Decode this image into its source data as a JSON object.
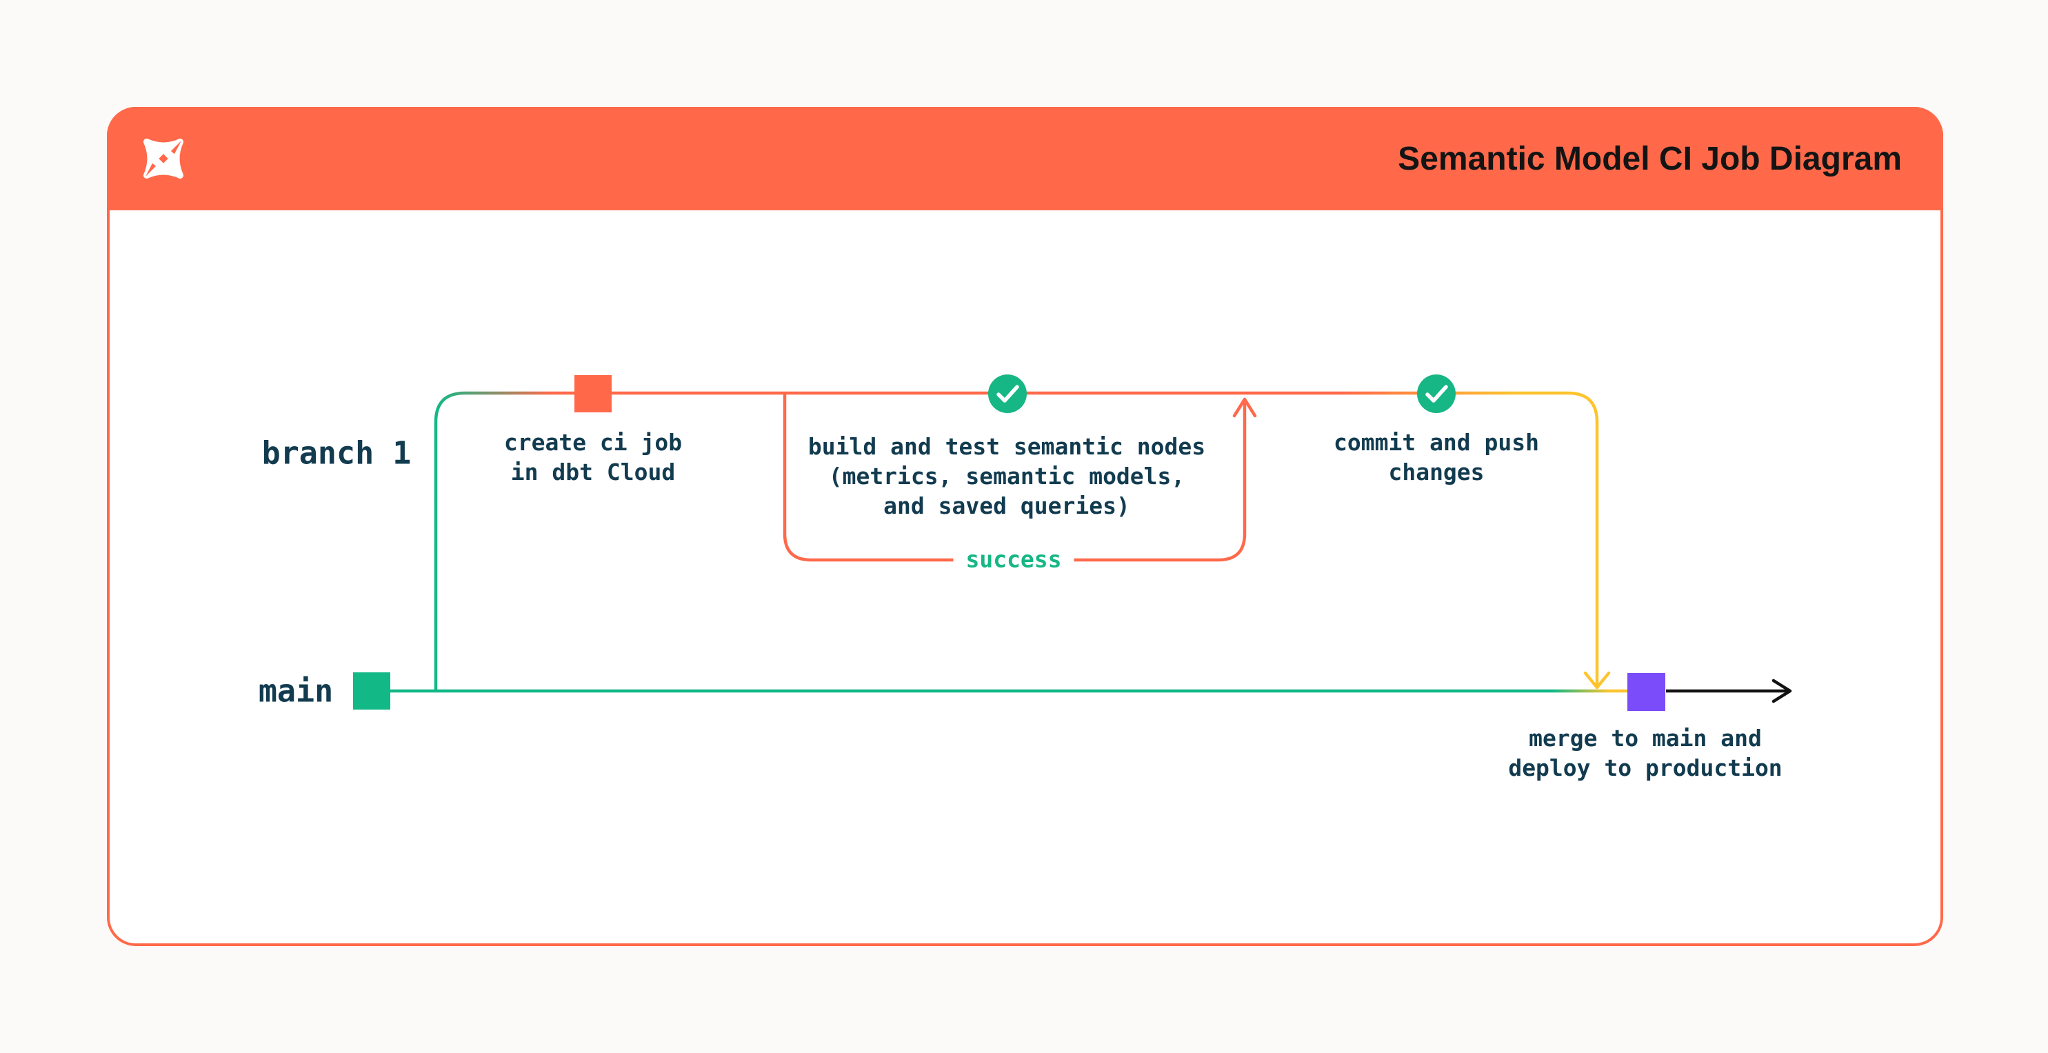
{
  "header": {
    "title": "Semantic Model CI Job Diagram",
    "background_color": "#ff694a",
    "logo_icon": "dbt-logo"
  },
  "diagram": {
    "branch_label": "branch 1",
    "main_label": "main",
    "success_label": "success",
    "nodes": {
      "create_ci": "create ci job\nin dbt Cloud",
      "build_test": "build and test semantic nodes\n(metrics, semantic models,\nand saved queries)",
      "commit_push": "commit and push\nchanges",
      "merge_deploy": "merge to main and\ndeploy to production"
    },
    "icons": {
      "create_ci_marker": "orange-commit-square",
      "build_test_marker": "check-circle",
      "commit_push_marker": "check-circle",
      "main_start_marker": "green-commit-square",
      "merge_marker": "purple-commit-square"
    },
    "colors": {
      "orange": "#ff694a",
      "emerald": "#12b886",
      "check_green": "#16b784",
      "yellow": "#fdc42e",
      "purple": "#7a4cfa",
      "text_ink": "#123b4f",
      "arrow_black": "#121212"
    }
  }
}
